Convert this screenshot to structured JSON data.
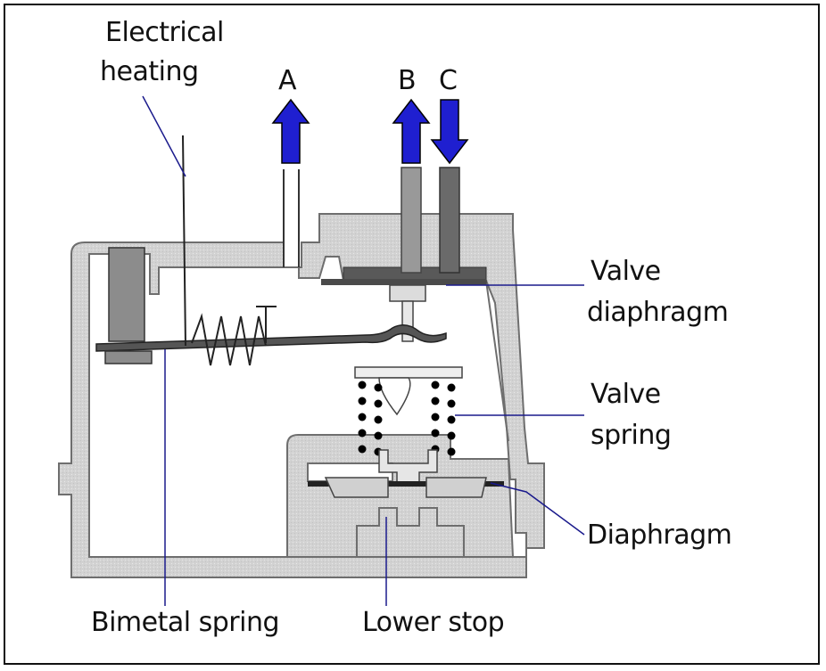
{
  "ports": {
    "a": "A",
    "b": "B",
    "c": "C"
  },
  "labels": {
    "electrical_line1": "Electrical",
    "electrical_line2": "heating",
    "valve_diaphragm_line1": "Valve",
    "valve_diaphragm_line2": "diaphragm",
    "valve_spring_line1": "Valve",
    "valve_spring_line2": "spring",
    "diaphragm": "Diaphragm",
    "bimetal_spring": "Bimetal spring",
    "lower_stop": "Lower stop"
  },
  "colors": {
    "housing": "#d6d6d6",
    "arrow": "#1f1fd0",
    "leader": "#1a1a8c",
    "dark_part": "#595959",
    "mid_part": "#8c8c8c",
    "spring_dot": "#000000"
  }
}
